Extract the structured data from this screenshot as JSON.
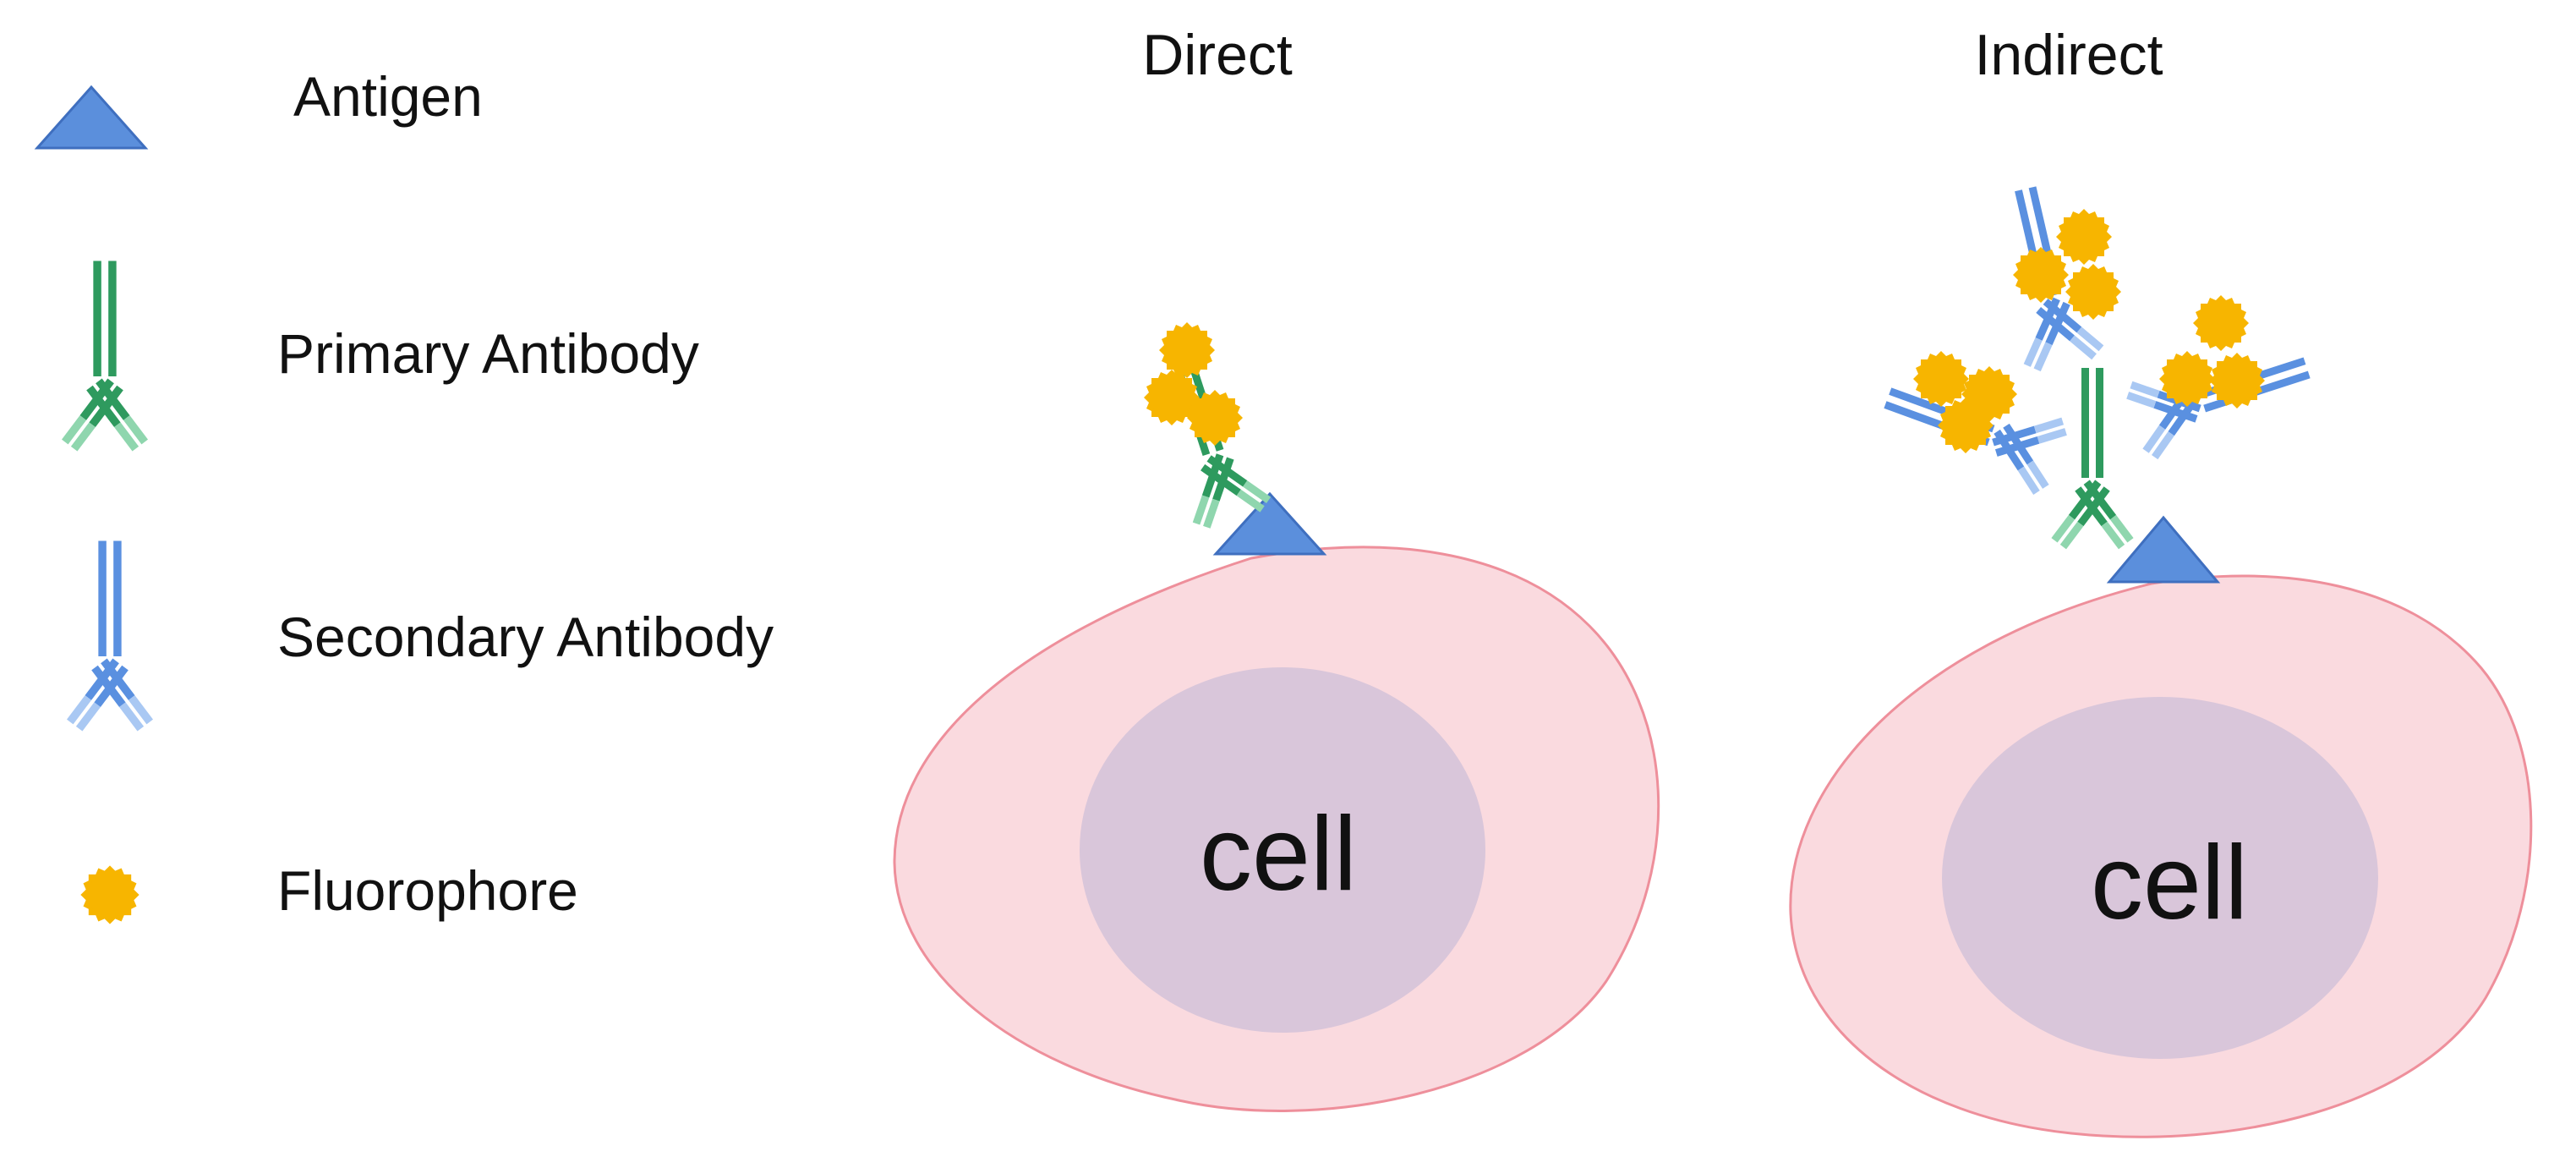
{
  "legend": {
    "items": [
      {
        "label": "Antigen",
        "icon": "antigen-triangle-icon"
      },
      {
        "label": "Primary Antibody",
        "icon": "primary-antibody-icon"
      },
      {
        "label": "Secondary Antibody",
        "icon": "secondary-antibody-icon"
      },
      {
        "label": "Fluorophore",
        "icon": "fluorophore-icon"
      }
    ]
  },
  "panels": {
    "direct": {
      "title": "Direct",
      "cell_label": "cell"
    },
    "indirect": {
      "title": "Indirect",
      "cell_label": "cell"
    }
  },
  "colors": {
    "antigen": "#5b8fdc",
    "primary_dark": "#2e9a5e",
    "primary_light": "#8fd6ae",
    "secondary_dark": "#5a90e0",
    "secondary_light": "#a9c8f3",
    "fluorophore": "#f7b500",
    "cell_body": "#fadadf",
    "cell_border": "#ee8f9b",
    "nucleus": "#d9c6da"
  }
}
